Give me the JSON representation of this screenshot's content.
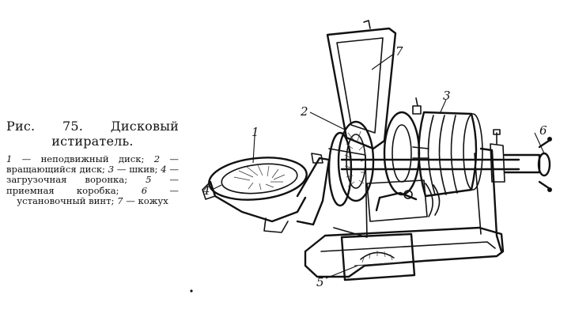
{
  "caption": {
    "title_line1": "Рис.  75.  Дисковый",
    "title_line2": "истиратель.",
    "legend": [
      {
        "num": "1",
        "text": " — неподвижный диск; "
      },
      {
        "num": "2",
        "text": " — вращающийся диск; "
      },
      {
        "num": "3",
        "text": " — шкив; "
      },
      {
        "num": "4",
        "text": " — загрузочная воронка; "
      },
      {
        "num": "5",
        "text": " — приемная коробка; "
      },
      {
        "num": "6",
        "text": " — установочный винт; "
      },
      {
        "num": "7",
        "text": " — кожух"
      }
    ]
  },
  "figure": {
    "labels": {
      "l1": "1",
      "l2": "2",
      "l3": "3",
      "l4": "4",
      "l5": "5",
      "l6": "6",
      "l7": "7"
    }
  }
}
